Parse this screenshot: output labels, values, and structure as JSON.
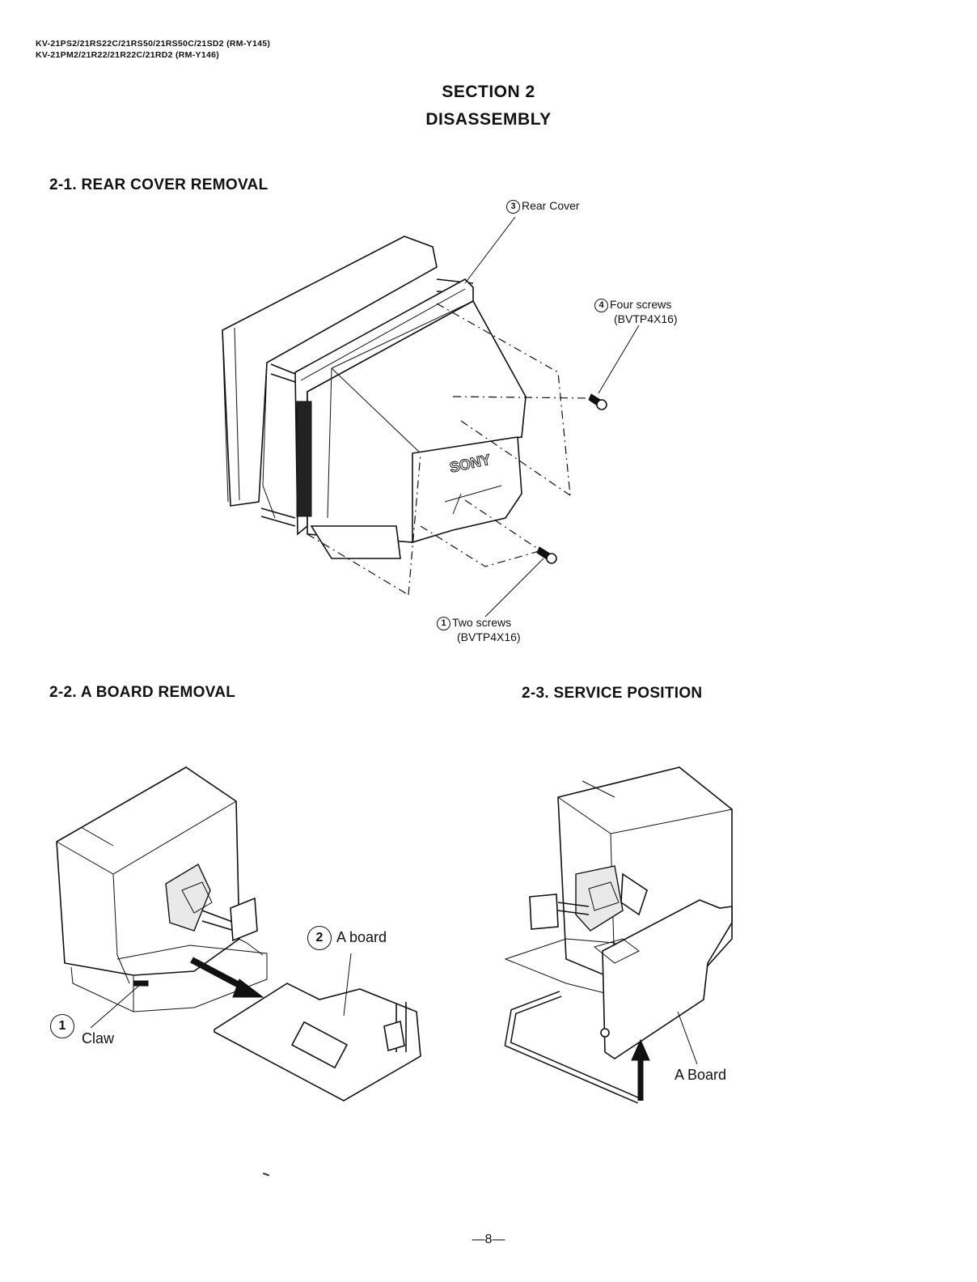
{
  "header": {
    "line1": "KV-21PS2/21RS22C/21RS50/21RS50C/21SD2 (RM-Y145)",
    "line2": "KV-21PM2/21R22/21R22C/21RD2 (RM-Y146)"
  },
  "title": {
    "section": "SECTION 2",
    "name": "DISASSEMBLY"
  },
  "rear_cover": {
    "heading": "2-1. REAR COVER REMOVAL",
    "rear_cover": {
      "num": "3",
      "label": "Rear Cover"
    },
    "four_screws": {
      "num": "4",
      "label": "Four screws",
      "spec": "(BVTP4X16)"
    },
    "two_screws": {
      "num": "1",
      "label": "Two screws",
      "spec": "(BVTP4X16)"
    },
    "brand_mark": "SONY"
  },
  "a_board": {
    "heading": "2-2. A BOARD REMOVAL",
    "board": {
      "num": "2",
      "label": "A board"
    },
    "claw": {
      "num": "1",
      "label": "Claw"
    }
  },
  "service": {
    "heading": "2-3. SERVICE POSITION",
    "board_label": "A Board"
  },
  "footer": {
    "page": "—8—"
  }
}
